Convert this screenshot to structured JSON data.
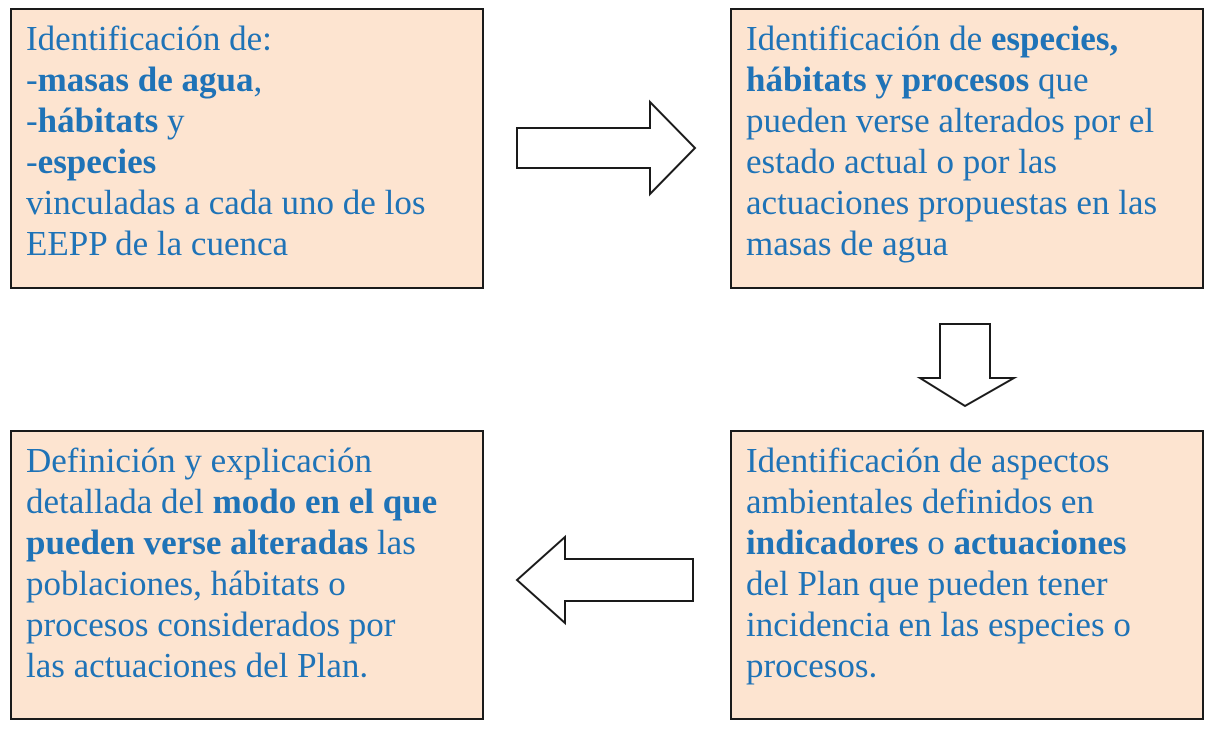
{
  "boxes": {
    "top_left": {
      "lines": [
        [
          {
            "t": "Identificación de:",
            "b": false
          }
        ],
        [
          {
            "t": "-",
            "b": false
          },
          {
            "t": "masas de agua",
            "b": true
          },
          {
            "t": ",",
            "b": false
          }
        ],
        [
          {
            "t": "-",
            "b": false
          },
          {
            "t": "hábitats",
            "b": true
          },
          {
            "t": " y",
            "b": false
          }
        ],
        [
          {
            "t": "-",
            "b": false
          },
          {
            "t": "especies",
            "b": true
          }
        ],
        [
          {
            "t": "vinculadas a cada uno de los",
            "b": false
          }
        ],
        [
          {
            "t": "EEPP de la cuenca",
            "b": false
          }
        ]
      ]
    },
    "top_right": {
      "lines": [
        [
          {
            "t": "Identificación de ",
            "b": false
          },
          {
            "t": "especies,",
            "b": true
          }
        ],
        [
          {
            "t": "hábitats y procesos",
            "b": true
          },
          {
            "t": " que",
            "b": false
          }
        ],
        [
          {
            "t": "pueden verse alterados por el",
            "b": false
          }
        ],
        [
          {
            "t": "estado actual o por las",
            "b": false
          }
        ],
        [
          {
            "t": "actuaciones propuestas en las",
            "b": false
          }
        ],
        [
          {
            "t": "masas de agua",
            "b": false
          }
        ]
      ]
    },
    "bottom_right": {
      "lines": [
        [
          {
            "t": "Identificación de aspectos",
            "b": false
          }
        ],
        [
          {
            "t": "ambientales definidos en",
            "b": false
          }
        ],
        [
          {
            "t": "indicadores",
            "b": true
          },
          {
            "t": " o ",
            "b": false
          },
          {
            "t": "actuaciones",
            "b": true
          }
        ],
        [
          {
            "t": "del Plan que pueden tener",
            "b": false
          }
        ],
        [
          {
            "t": "incidencia en las especies o",
            "b": false
          }
        ],
        [
          {
            "t": "procesos.",
            "b": false
          }
        ]
      ]
    },
    "bottom_left": {
      "lines": [
        [
          {
            "t": "Definición y explicación",
            "b": false
          }
        ],
        [
          {
            "t": "detallada del ",
            "b": false
          },
          {
            "t": "modo en el que",
            "b": true
          }
        ],
        [
          {
            "t": "pueden verse alteradas",
            "b": true
          },
          {
            "t": " las",
            "b": false
          }
        ],
        [
          {
            "t": "poblaciones, hábitats o",
            "b": false
          }
        ],
        [
          {
            "t": "procesos considerados por",
            "b": false
          }
        ],
        [
          {
            "t": "las actuaciones del Plan.",
            "b": false
          }
        ]
      ]
    }
  },
  "colors": {
    "box_fill": "#fde4d0",
    "text": "#1f73b7",
    "border": "#1a1a1a"
  }
}
